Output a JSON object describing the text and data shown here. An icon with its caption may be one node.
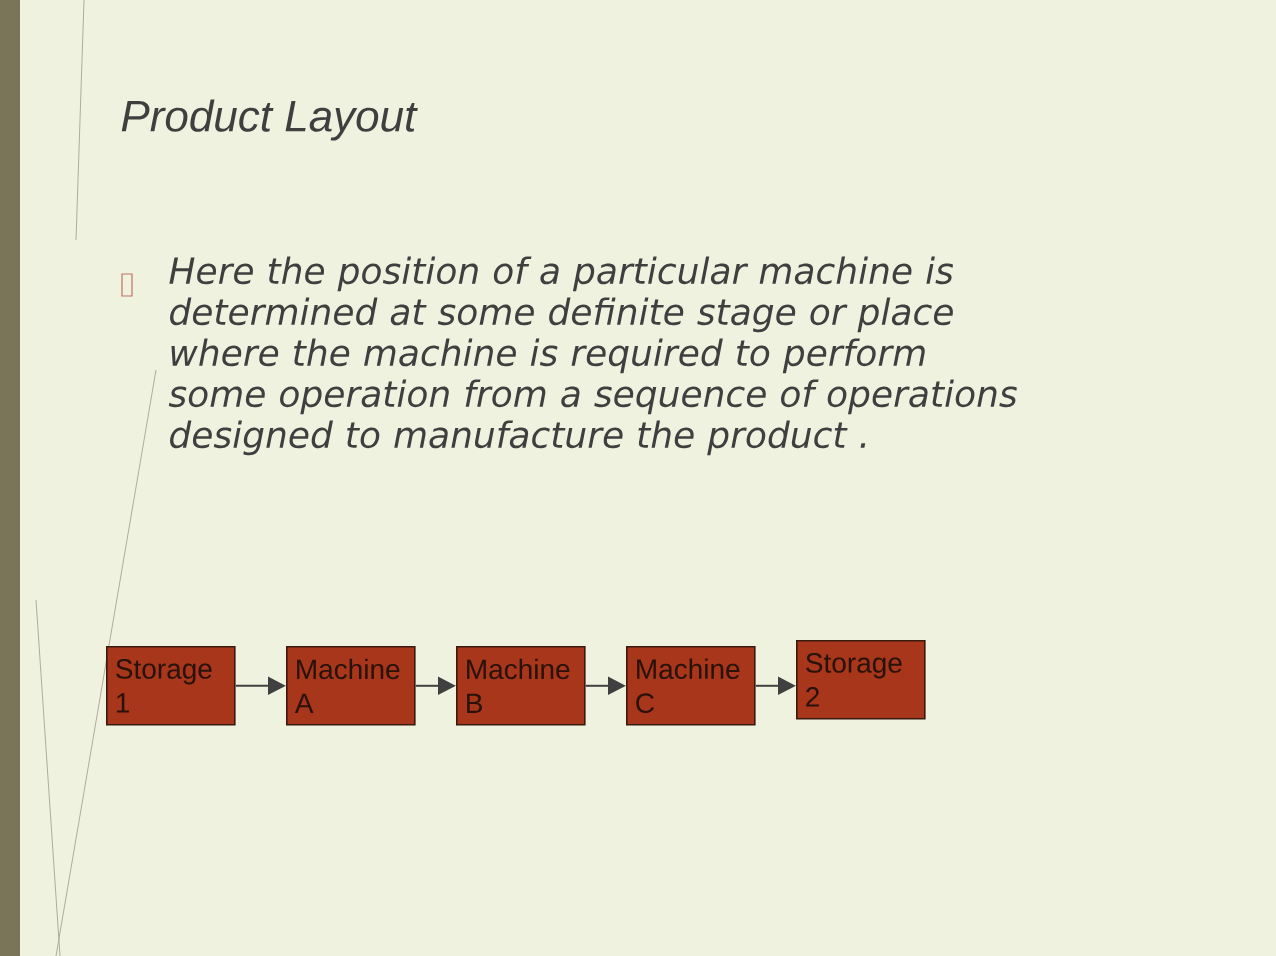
{
  "diagram": {
    "title": "Product Layout",
    "nodes": [
      {
        "text": [
          "Storage 1"
        ]
      },
      {
        "text": [
          "Machine A"
        ]
      },
      {
        "text": [
          "Machine B"
        ]
      },
      {
        "text": [
          "Machine C"
        ]
      },
      {
        "text": [
          "Storage 2"
        ]
      }
    ],
    "edges": [
      {
        "from": 0,
        "to": 1,
        "arrow": "to"
      },
      {
        "from": 1,
        "to": 2,
        "arrow": "to"
      },
      {
        "from": 2,
        "to": 3,
        "arrow": "to"
      },
      {
        "from": 3,
        "to": 4,
        "arrow": "to"
      }
    ],
    "labels": [
      "Here the position of a particular machine is determined at some definite stage or place where the machine is required to perform some operation from a sequence of operations designed to manufacture the product ."
    ]
  }
}
